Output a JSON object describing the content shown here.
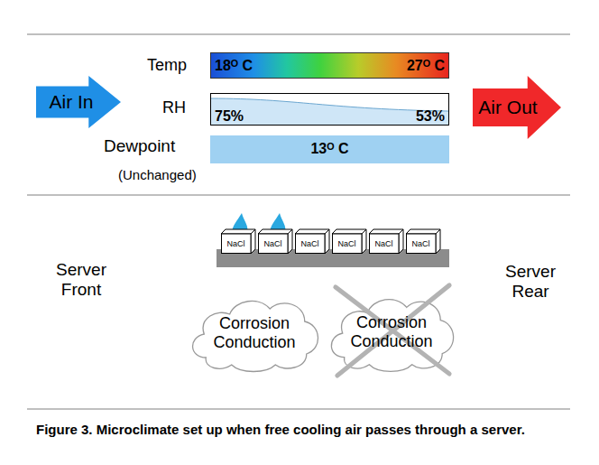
{
  "diagram": {
    "caption": "Figure 3. Microclimate set up when free cooling air passes through a server.",
    "nodes": [
      {
        "text": [
          "Air In"
        ]
      },
      {
        "text": [
          "Temp",
          "18ᴼ C",
          "27ᴼ C"
        ]
      },
      {
        "text": [
          "RH",
          "75%",
          "53%"
        ]
      },
      {
        "text": [
          "Dewpoint",
          "(Unchanged)",
          "13ᴼ C"
        ]
      },
      {
        "text": [
          "Air Out"
        ]
      },
      {
        "text": [
          "NaCl"
        ]
      },
      {
        "text": [
          "NaCl"
        ]
      },
      {
        "text": [
          "NaCl"
        ]
      },
      {
        "text": [
          "NaCl"
        ]
      },
      {
        "text": [
          "NaCl"
        ]
      },
      {
        "text": [
          "NaCl"
        ]
      },
      {
        "text": [
          "Corrosion Conduction"
        ]
      },
      {
        "text": [
          "Corrosion Conduction"
        ]
      }
    ],
    "edges": [],
    "labels": [
      "Server Front",
      "Server Rear"
    ]
  }
}
